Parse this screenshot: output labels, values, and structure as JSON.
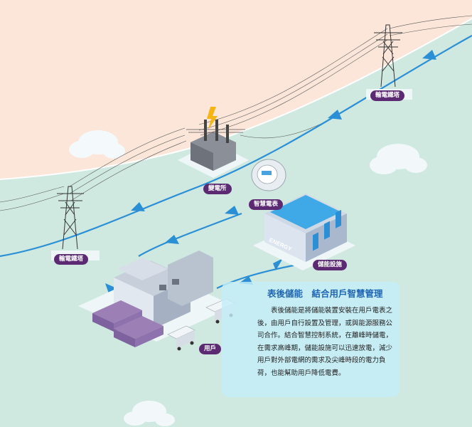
{
  "labels": {
    "tower_top": "輸電鐵塔",
    "tower_left": "輸電鐵塔",
    "substation": "變電所",
    "smart_meter": "智慧電表",
    "storage": "儲能設施",
    "user": "用戶",
    "energy_sign": "ENERGY"
  },
  "info_panel": {
    "title": "表後儲能　結合用戶智慧管理",
    "body": "表後儲能是將儲能裝置安裝在用戶電表之後，由用戶自行設置及管理，或與能源服務公司合作。結合智慧控制系統，在離峰時儲電，在需求高峰期，儲能設施可以迅速放電，減少用戶對外部電網的需求及尖峰時段的電力負荷，也能幫助用戶降低電費。"
  },
  "colors": {
    "sky_peach": "#fbe6d9",
    "ground_mint": "#cfe9e1",
    "flow_blue": "#2b8fd6",
    "label_purple": "#5b2a73",
    "title_blue": "#1f66b3",
    "panel_bg": "#c4eef8"
  }
}
